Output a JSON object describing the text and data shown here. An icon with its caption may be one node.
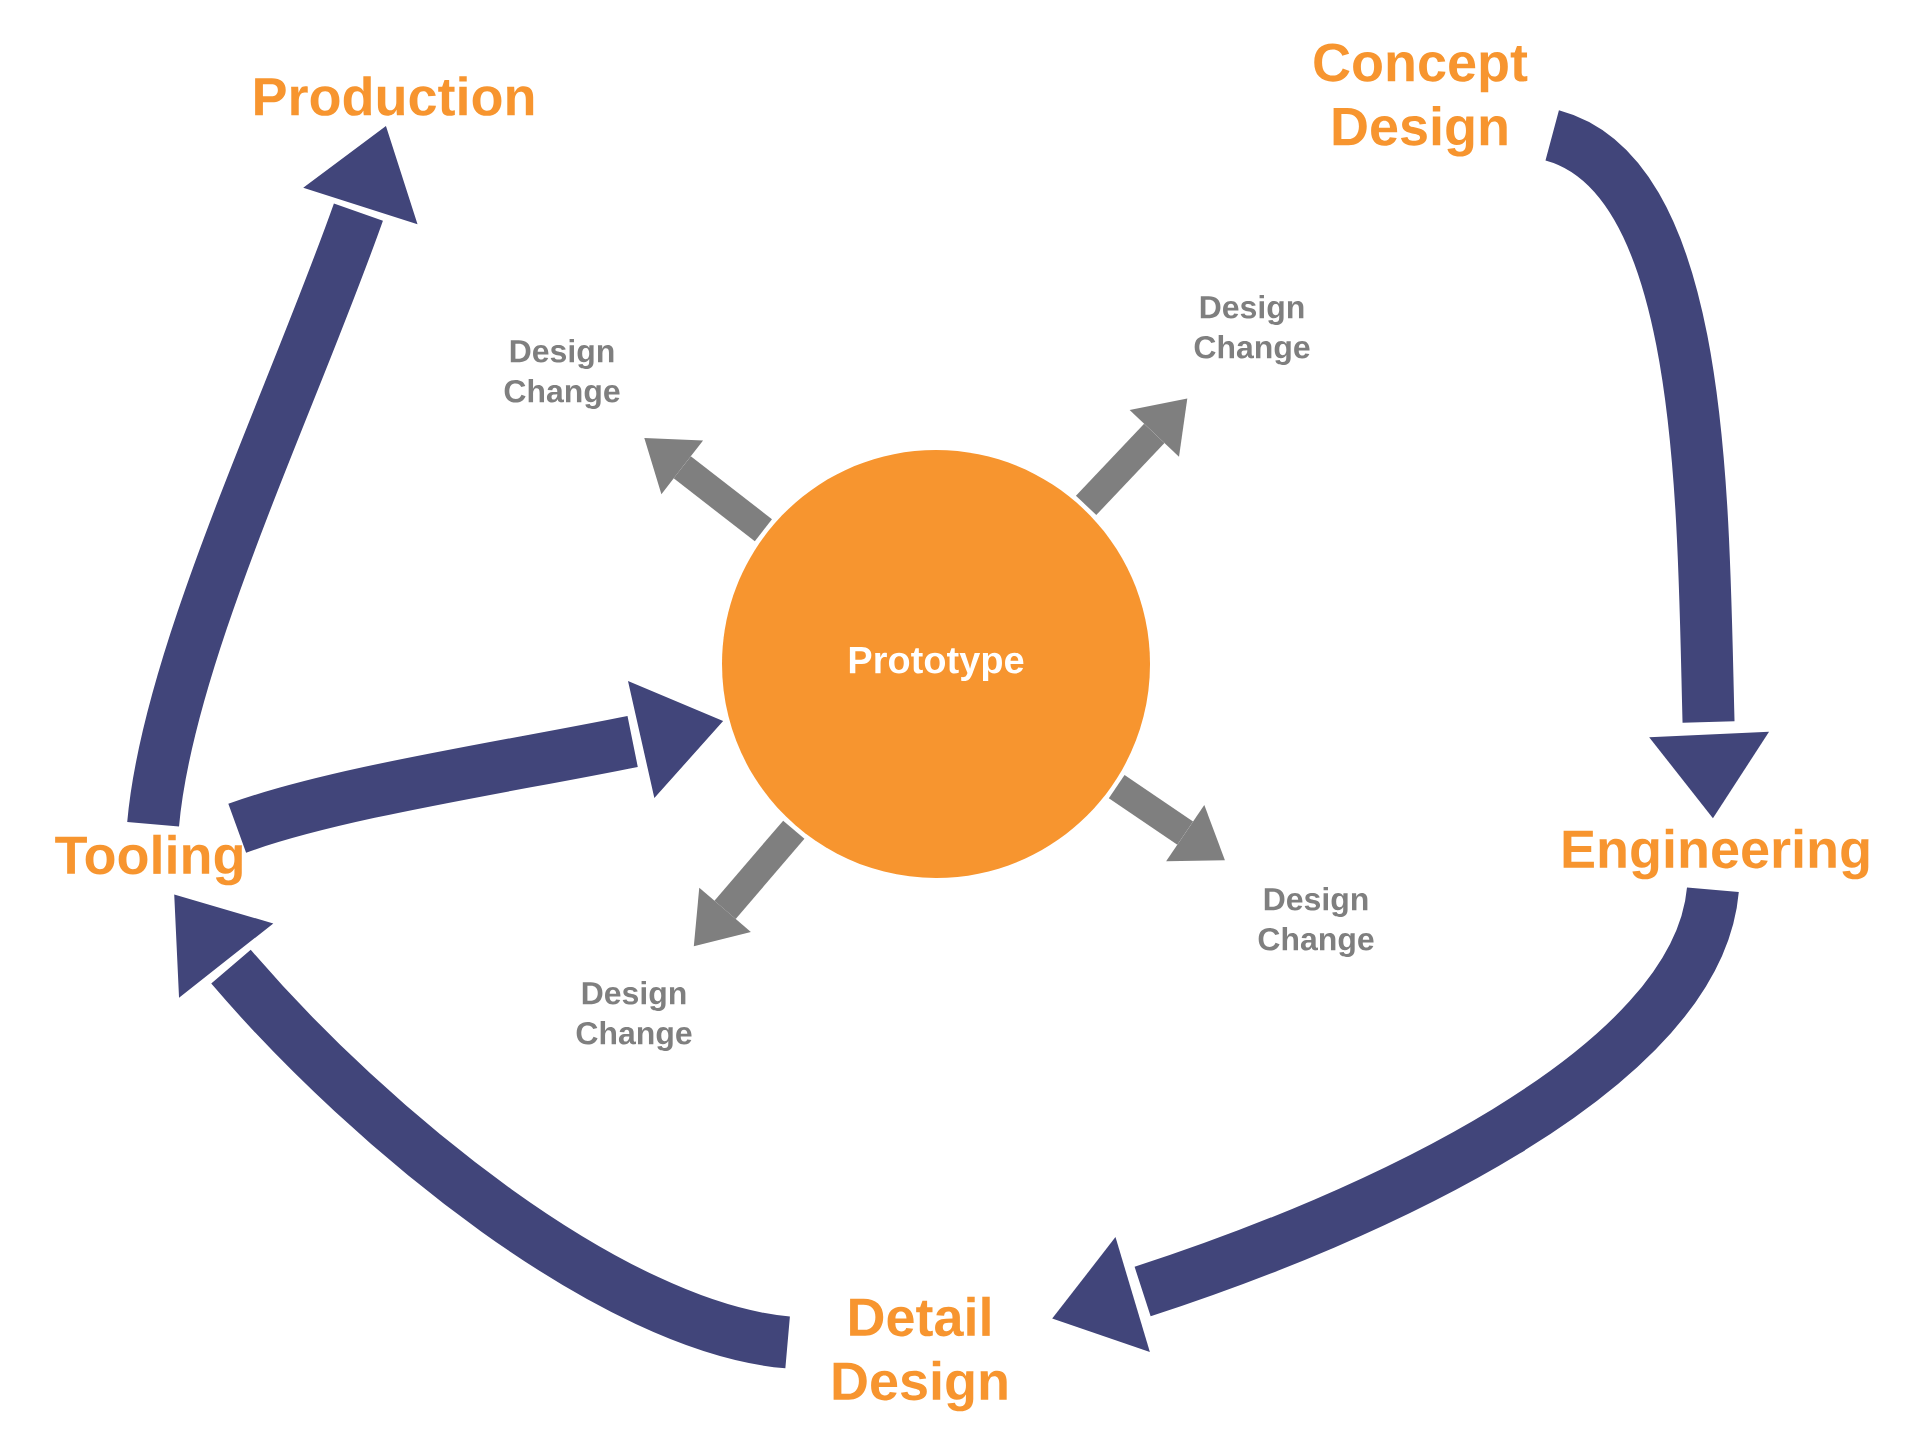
{
  "diagram": {
    "nodes": [
      {
        "text": [
          "Production"
        ]
      },
      {
        "text": [
          "Concept Design"
        ]
      },
      {
        "text": [
          "Engineering"
        ]
      },
      {
        "text": [
          "Detail Design"
        ]
      },
      {
        "text": [
          "Tooling"
        ]
      },
      {
        "text": [
          "Prototype"
        ]
      },
      {
        "text": [
          "Design Change"
        ]
      },
      {
        "text": [
          "Design Change"
        ]
      },
      {
        "text": [
          "Design Change"
        ]
      },
      {
        "text": [
          "Design Change"
        ]
      }
    ],
    "edges": [
      {
        "from": 1,
        "to": 2,
        "arrow": "to"
      },
      {
        "from": 2,
        "to": 3,
        "arrow": "to"
      },
      {
        "from": 3,
        "to": 4,
        "arrow": "to"
      },
      {
        "from": 4,
        "to": 5,
        "arrow": "to"
      },
      {
        "from": 4,
        "to": 0,
        "arrow": "to"
      },
      {
        "from": 5,
        "to": 6,
        "arrow": "to",
        "color": "#7f7f7f"
      },
      {
        "from": 5,
        "to": 7,
        "arrow": "to",
        "color": "#7f7f7f"
      },
      {
        "from": 5,
        "to": 8,
        "arrow": "to",
        "color": "#7f7f7f"
      },
      {
        "from": 5,
        "to": 9,
        "arrow": "to",
        "color": "#7f7f7f"
      }
    ]
  }
}
